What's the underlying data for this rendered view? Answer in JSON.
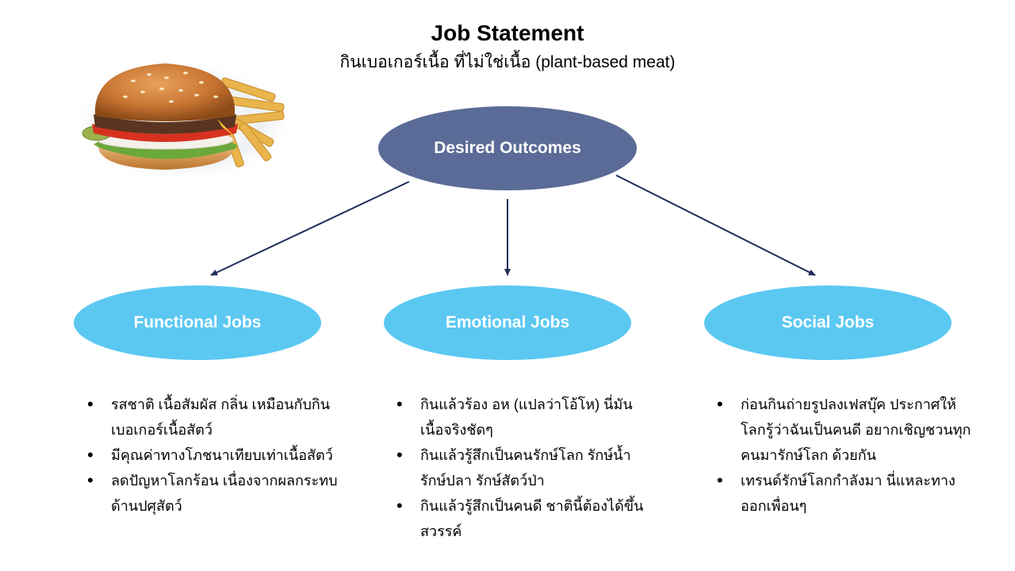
{
  "header": {
    "title": "Job Statement",
    "subtitle": "กินเบอเกอร์เนื้อ ที่ไม่ใช่เนื้อ (plant-based meat)"
  },
  "central_node": {
    "label": "Desired Outcomes"
  },
  "job_nodes": [
    {
      "label": "Functional Jobs",
      "bullets": [
        "รสชาติ เนื้อสัมผัส กลิ่น เหมือนกับกินเบอเกอร์เนื้อสัตว์",
        "มีคุณค่าทางโภชนาเทียบเท่าเนื้อสัตว์",
        "ลดปัญหาโลกร้อน เนื่องจากผลกระทบด้านปศุสัตว์"
      ]
    },
    {
      "label": "Emotional Jobs",
      "bullets": [
        "กินแล้วร้อง อห (แปลว่าโอ้โห) นี่มันเนื้อจริงชัดๆ",
        "กินแล้วรู้สึกเป็นคนรักษ์โลก รักษ์น้ำ รักษ์ปลา รักษ์สัตว์ป่า",
        "กินแล้วรู้สึกเป็นคนดี ชาตินี้ต้องได้ขึ้นสวรรค์"
      ]
    },
    {
      "label": "Social Jobs",
      "bullets": [
        "ก่อนกินถ่ายรูปลงเฟสบุ๊ค ประกาศให้โลกรู้ว่าฉันเป็นคนดี อยากเชิญชวนทุกคนมารักษ์โลก ด้วยกัน",
        "เทรนด์รักษ์โลกกำลังมา นี่แหละทางออกเพื่อนๆ"
      ]
    }
  ],
  "colors": {
    "central_fill": "#5b6b97",
    "job_fill": "#5bc8f2",
    "arrow": "#1f2d5a"
  },
  "image": {
    "description_icon": "burger-image"
  }
}
